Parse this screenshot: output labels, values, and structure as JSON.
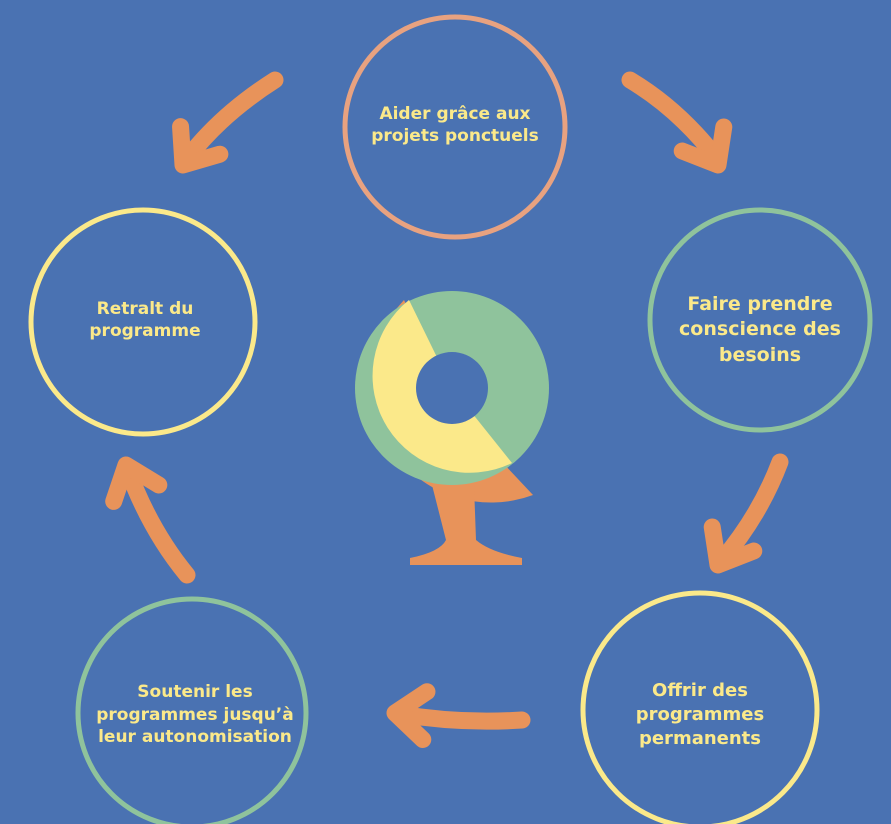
{
  "background_color": "#4a72b2",
  "stages": [
    {
      "id": "aider",
      "label": "Aider grâce aux\nprojets ponctuels",
      "ring_color": "#e8a280",
      "text_color": "#fbe98a"
    },
    {
      "id": "faire-prendre",
      "label": "Faire prendre\nconscience des\nbesoins",
      "ring_color": "#8fc39c",
      "text_color": "#fbe98a"
    },
    {
      "id": "offrir",
      "label": "Offrir des\nprogrammes\npermanents",
      "ring_color": "#fbe98a",
      "text_color": "#fbe98a"
    },
    {
      "id": "soutenir",
      "label": "Soutenir les\nprogrammes jusqu’à\nleur autonomisation",
      "ring_color": "#8fc39c",
      "text_color": "#fbe98a"
    },
    {
      "id": "retrait",
      "label": "Retralt du\nprogramme",
      "ring_color": "#fbe98a",
      "text_color": "#fbe98a"
    }
  ],
  "arrow_color": "#e8935a",
  "globe": {
    "icon": "globe-icon",
    "stand_color": "#e8935a",
    "segment_colors": {
      "green": "#8fc39c",
      "yellow": "#fbe98a",
      "orange": "#e8935a"
    }
  }
}
